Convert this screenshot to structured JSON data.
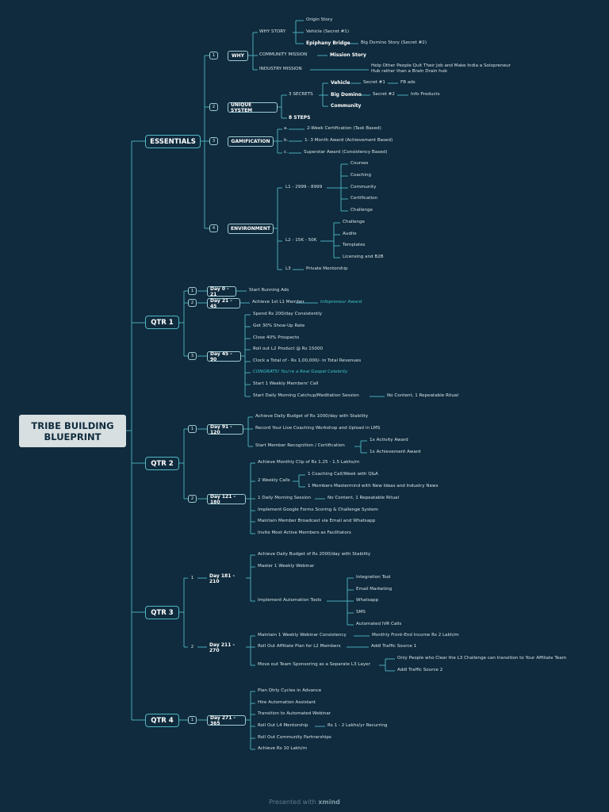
{
  "root": {
    "line1": "TRIBE BUILDING",
    "line2": "BLUEPRINT"
  },
  "essentials": {
    "label": "ESSENTIALS",
    "why": {
      "num": "1",
      "label": "WHY",
      "story": {
        "label": "WHY STORY",
        "origin": "Origin Story",
        "vehicle": "Vehicle (Secret #1)",
        "epiphany": "Epiphany Bridge",
        "domino": "Big Domino Story (Secret #2)"
      },
      "community": {
        "label": "COMMUNITY MISSION",
        "value": "Mission Story"
      },
      "industry": {
        "label": "INDUSTRY MISSION",
        "line1": "Help Other People Quit Their Job and Make India a Solopreneur",
        "line2": "Hub rather than a Brain Drain hub"
      }
    },
    "unique": {
      "num": "2",
      "label": "UNIQUE SYSTEM",
      "secrets": {
        "label": "3 SECRETS",
        "vehicle": "Vehicle",
        "s1": "Secret #1",
        "fb": "FB ads",
        "domino": "Big Domino",
        "s2": "Secret #2",
        "info": "Info Products",
        "community": "Community"
      },
      "steps": "8 STEPS"
    },
    "gamification": {
      "num": "3",
      "label": "GAMIFICATION",
      "a": "a.",
      "a_text": "2-Week Certification (Task Based)",
      "b": "b.",
      "b_text": "1- 3 Month Award (Achievement Based)",
      "c": "c.",
      "c_text": "Superstar Award (Consistency Based)"
    },
    "environment": {
      "num": "4",
      "label": "ENVIRONMENT",
      "l1": "L1 - 2999 - 8999",
      "l1_items": [
        "Courses",
        "Coaching",
        "Community",
        "Certification",
        "Challenge"
      ],
      "l2": "L2 - 15K - 50K",
      "l2_items": [
        "Challenge",
        "Audits",
        "Templates",
        "Licensing and B2B"
      ],
      "l3": "L3",
      "l3_item": "Private Mentorship"
    }
  },
  "qtr1": {
    "label": "QTR 1",
    "d1": {
      "num": "1",
      "label": "Day 0 - 21",
      "item": "Start Running Ads"
    },
    "d2": {
      "num": "2",
      "label": "Day 21 - 45",
      "item": "Achieve 1st L1 Member",
      "award": "Infopreneur Award"
    },
    "d3": {
      "num": "3",
      "label": "Day 45 - 90",
      "items": [
        "Spend Rs 200/day Consistently",
        "Get 30% Show-Up Rate",
        "Close 40% Prospects",
        "Roll out L2 Product @ Rs 15000",
        "Clock a Total of  - Rs 1,00,000/- in Total Revenues"
      ],
      "congrats": "CONGRATS! You're a Real Gospel Celebrity",
      "weekly": "Start 1 Weekly Members' Call",
      "daily": "Start Daily Morning Catchup/Meditation Session",
      "daily_note": "No Content, 1 Repeatable Ritual"
    }
  },
  "qtr2": {
    "label": "QTR 2",
    "d1": {
      "num": "1",
      "label": "Day 91 - 120",
      "items": [
        "Achieve Daily Budget of Rs 1000/day with Stability",
        "Record Your Live Coaching Workshop and Upload in LMS"
      ],
      "recog": "Start Member Recognition / Certification",
      "recog_items": [
        "1x Activity Award",
        "1x Achievement Award"
      ]
    },
    "d2": {
      "num": "2",
      "label": "Day 121 - 180",
      "clip": "Achieve Monthly Clip of Rs 1.25 - 1.5 Lakhs/m",
      "calls": "2 Weekly Calls",
      "calls_items": [
        "1 Coaching Call/Week with Q&A",
        "1 Members Mastermind with New Ideas and Industry News"
      ],
      "morning": "1 Daily Morning Session",
      "morning_note": "No Content, 1 Repeatable Ritual",
      "items": [
        "Implement Google Forms Scoring & Challenge System",
        "Maintain Member Broadcast via Email and Whatsapp",
        "Invite Most Active Members as Facilitators"
      ]
    }
  },
  "qtr3": {
    "label": "QTR 3",
    "d1": {
      "num": "1",
      "label": "Day 181 - 210",
      "items": [
        "Achieve Daily Budget of Rs 2000/day with Stability",
        "Master 1 Weekly Webinar"
      ],
      "tools": "Implement Automation Tools",
      "tools_items": [
        "Integration Tool",
        "Email Marketing",
        "Whatsapp",
        "SMS",
        "Automated IVR Calls"
      ]
    },
    "d2": {
      "num": "2",
      "label": "Day 211 - 270",
      "webinar": "Maintain 1 Weekly Webinar Consistency",
      "webinar_note": "Monthly Front-End Income Rs 2 Lakh/m",
      "affiliate": "Roll Out Affiliate Plan for L2 Members",
      "affiliate_note": "Addl Traffic Source 1",
      "sponsor": "Move out Team Sponsoring as a Separate L3 Layer",
      "sponsor_items": [
        "Only People who Clear the L3 Challenge can transition to Your Affiliate Team",
        "Addl Traffic Source 2"
      ]
    }
  },
  "qtr4": {
    "label": "QTR 4",
    "d1": {
      "num": "1",
      "label": "Day 271 - 365",
      "items": [
        "Plan Qtrly Cycles in Advance",
        "Hire Automation Assistant",
        "Transition to Automated Webinar"
      ],
      "l4": "Roll Out L4 Mentorship",
      "l4_note": "Rs 1 - 2 Lakhs/yr Recurring",
      "items2": [
        "Roll Out Community Partnerships",
        "Achieve Rs 10 Lakh/m"
      ]
    }
  },
  "footer": {
    "prefix": "Presented with",
    "brand": "xmind"
  }
}
